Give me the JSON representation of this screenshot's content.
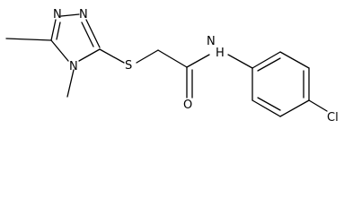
{
  "molecule": {
    "atoms": {
      "n1": "N",
      "n2": "N",
      "n4": "N",
      "s": "S",
      "o": "O",
      "nh": "N",
      "h": "H",
      "cl": "Cl"
    }
  }
}
